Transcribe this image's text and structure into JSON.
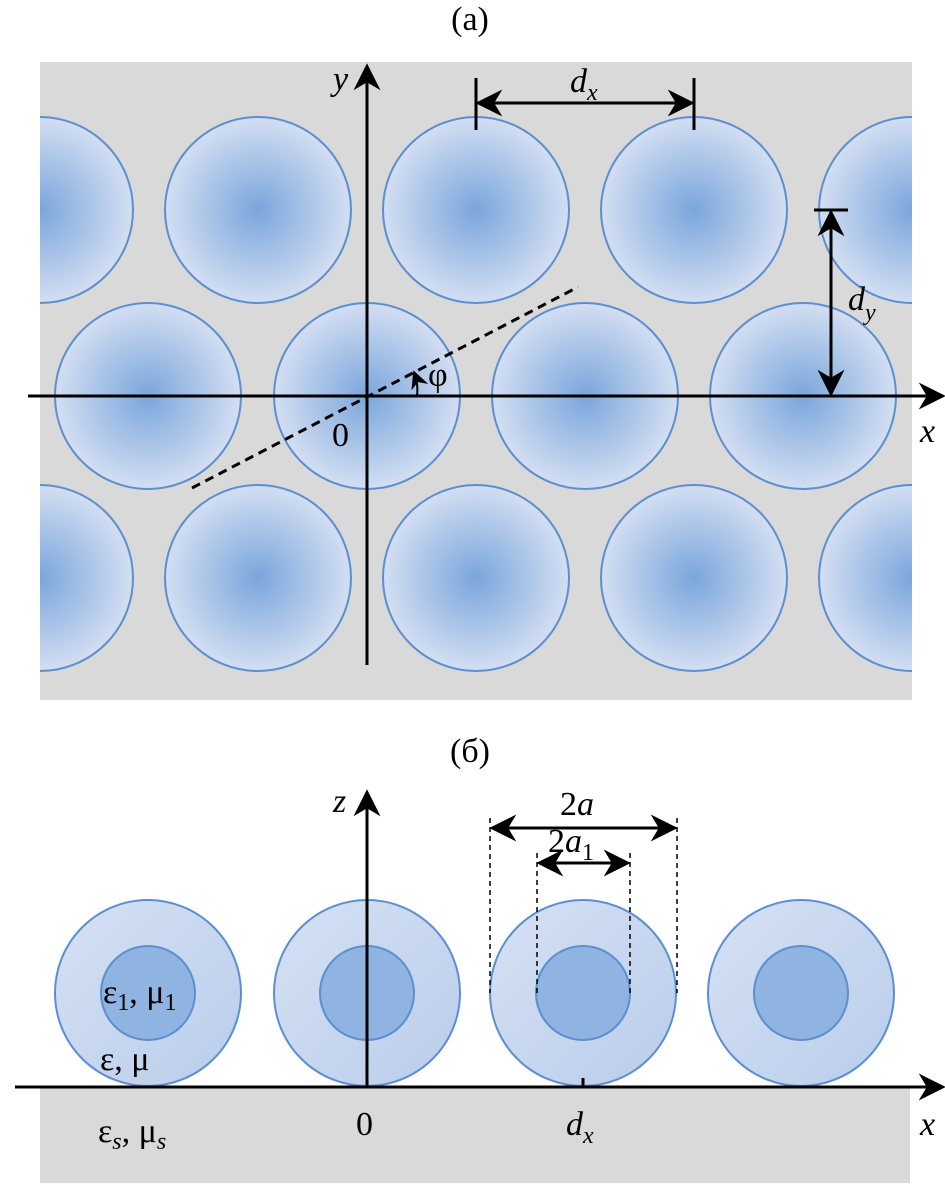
{
  "panel_a": {
    "title": "(a)",
    "axis_y": "y",
    "axis_x": "x",
    "origin": "0",
    "dx_label": {
      "main": "d",
      "sub": "x"
    },
    "dy_label": {
      "main": "d",
      "sub": "y"
    },
    "angle": "φ"
  },
  "panel_b": {
    "title": "(б)",
    "axis_z": "z",
    "axis_x": "x",
    "origin": "0",
    "dx_label": {
      "main": "d",
      "sub": "x"
    },
    "outer_diameter": {
      "num": "2",
      "var": "a"
    },
    "inner_diameter": {
      "num": "2",
      "var": "a",
      "sub": "1"
    },
    "inner_material": {
      "eps": "ε",
      "eps_sub": "1",
      "sep": ", ",
      "mu": "μ",
      "mu_sub": "1"
    },
    "outer_material": "ε, μ",
    "substrate": {
      "eps": "ε",
      "eps_sub": "s",
      "sep": ", ",
      "mu": "μ",
      "mu_sub": "s"
    }
  },
  "colors": {
    "background": "#d9d9d9",
    "sphere_center": "#7aa6dc",
    "sphere_edge": "#d3def2",
    "stroke": "#5b8fd0",
    "core": "#8fb4e2"
  }
}
